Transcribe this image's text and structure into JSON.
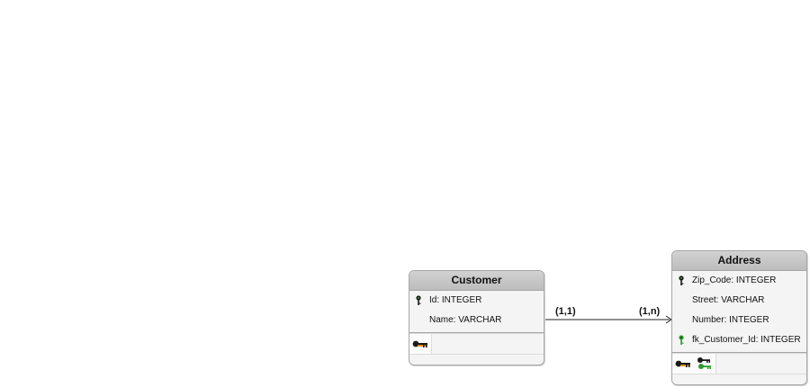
{
  "diagram": {
    "entities": [
      {
        "id": "customer",
        "title": "Customer",
        "attributes": [
          {
            "label": "Id: INTEGER",
            "key": "primary"
          },
          {
            "label": "Name: VARCHAR",
            "key": "none"
          }
        ],
        "index_icons": [
          "key-orange-icon"
        ]
      },
      {
        "id": "address",
        "title": "Address",
        "attributes": [
          {
            "label": "Zip_Code: INTEGER",
            "key": "primary"
          },
          {
            "label": "Street: VARCHAR",
            "key": "none"
          },
          {
            "label": "Number: INTEGER",
            "key": "none"
          },
          {
            "label": "fk_Customer_Id: INTEGER",
            "key": "foreign"
          }
        ],
        "index_icons": [
          "key-orange-icon",
          "key-pair-green-icon"
        ]
      }
    ],
    "relationship": {
      "from": "customer",
      "to": "address",
      "from_cardinality": "(1,1)",
      "to_cardinality": "(1,n)"
    },
    "colors": {
      "header_bg": "#c8c8c8",
      "entity_bg": "#f4f4f4",
      "border": "#a6a6a6",
      "primary_key": "#1a1a1a",
      "foreign_key": "#2e9a2e",
      "index_key": "#e08a00"
    }
  }
}
